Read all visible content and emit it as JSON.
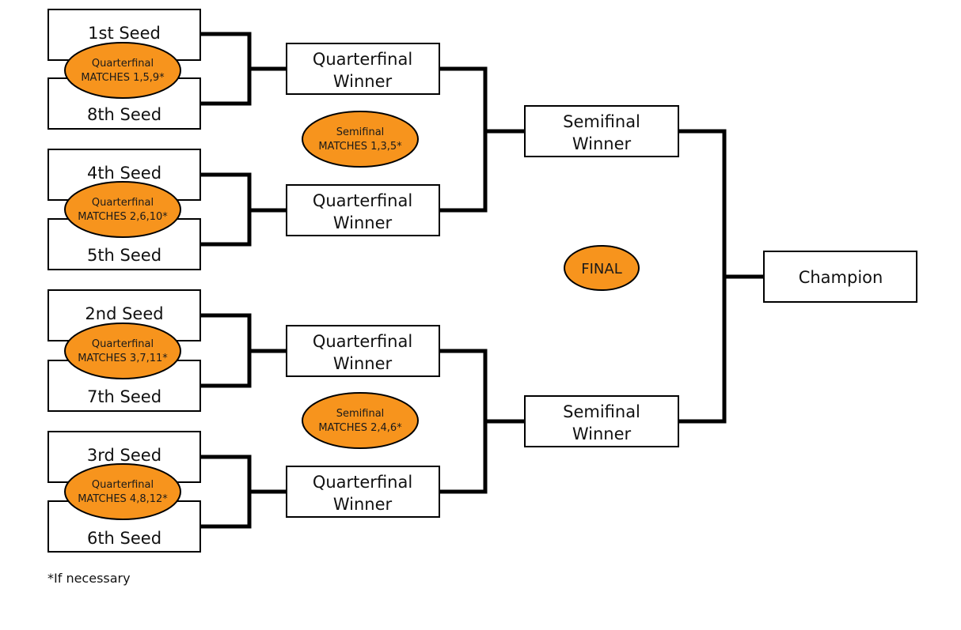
{
  "seeds": {
    "s1": "1st Seed",
    "s8": "8th Seed",
    "s4": "4th Seed",
    "s5": "5th Seed",
    "s2": "2nd Seed",
    "s7": "7th Seed",
    "s3": "3rd Seed",
    "s6": "6th Seed"
  },
  "winners": {
    "qf_line1": "Quarterfinal",
    "sf_line1": "Semifinal",
    "line2": "Winner",
    "champion": "Champion"
  },
  "ovals": {
    "qf_label": "Quarterfinal",
    "qf1": "MATCHES 1,5,9*",
    "qf2": "MATCHES 2,6,10*",
    "qf3": "MATCHES 3,7,11*",
    "qf4": "MATCHES 4,8,12*",
    "sf_label": "Semifinal",
    "sf1": "MATCHES 1,3,5*",
    "sf2": "MATCHES 2,4,6*",
    "final": "FINAL"
  },
  "footnote": "*If necessary",
  "colors": {
    "oval_fill": "#f7941d",
    "line": "#000000",
    "box_fill": "#ffffff"
  }
}
